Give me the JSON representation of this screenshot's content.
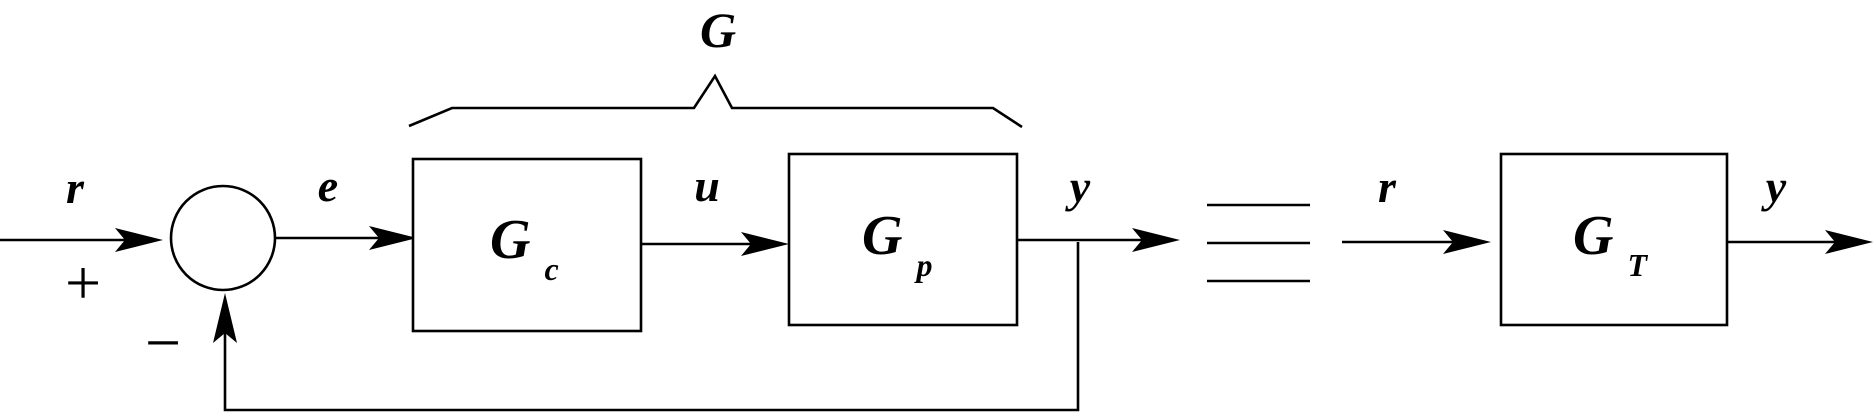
{
  "diagram": {
    "group_label": "G",
    "signals": {
      "input": "r",
      "error": "e",
      "control": "u",
      "output": "y",
      "input_right": "r",
      "output_right": "y"
    },
    "summing_junction": {
      "plus_sign": "+",
      "minus_sign": "−"
    },
    "blocks": {
      "controller": {
        "main": "G",
        "sub": "c"
      },
      "plant": {
        "main": "G",
        "sub": "p"
      },
      "total": {
        "main": "G",
        "sub": "T"
      }
    }
  }
}
